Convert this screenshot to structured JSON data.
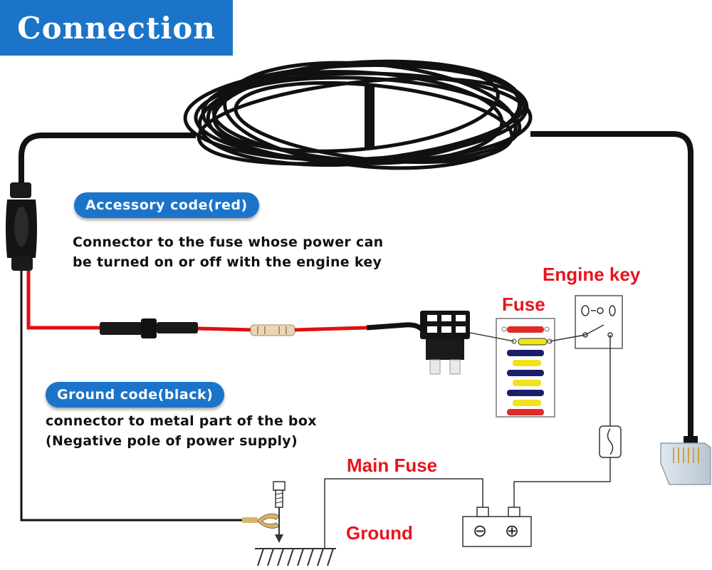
{
  "title": "Connection",
  "accessory": {
    "label": "Accessory code(red)",
    "description_line1": "Connector to the fuse whose power can",
    "description_line2": "be turned on or off with the engine key"
  },
  "ground_code": {
    "label": "Ground code(black)",
    "description_line1": "connector to metal part of the box",
    "description_line2": "(Negative pole of power supply)"
  },
  "labels": {
    "engine_key": "Engine key",
    "fuse": "Fuse",
    "main_fuse": "Main Fuse",
    "ground": "Ground"
  },
  "battery": {
    "negative": "⊖",
    "positive": "⊕"
  },
  "colors": {
    "accent_blue": "#1b74c9",
    "label_red": "#e8141c",
    "wire_red": "#e01010",
    "cable_black": "#111111"
  }
}
